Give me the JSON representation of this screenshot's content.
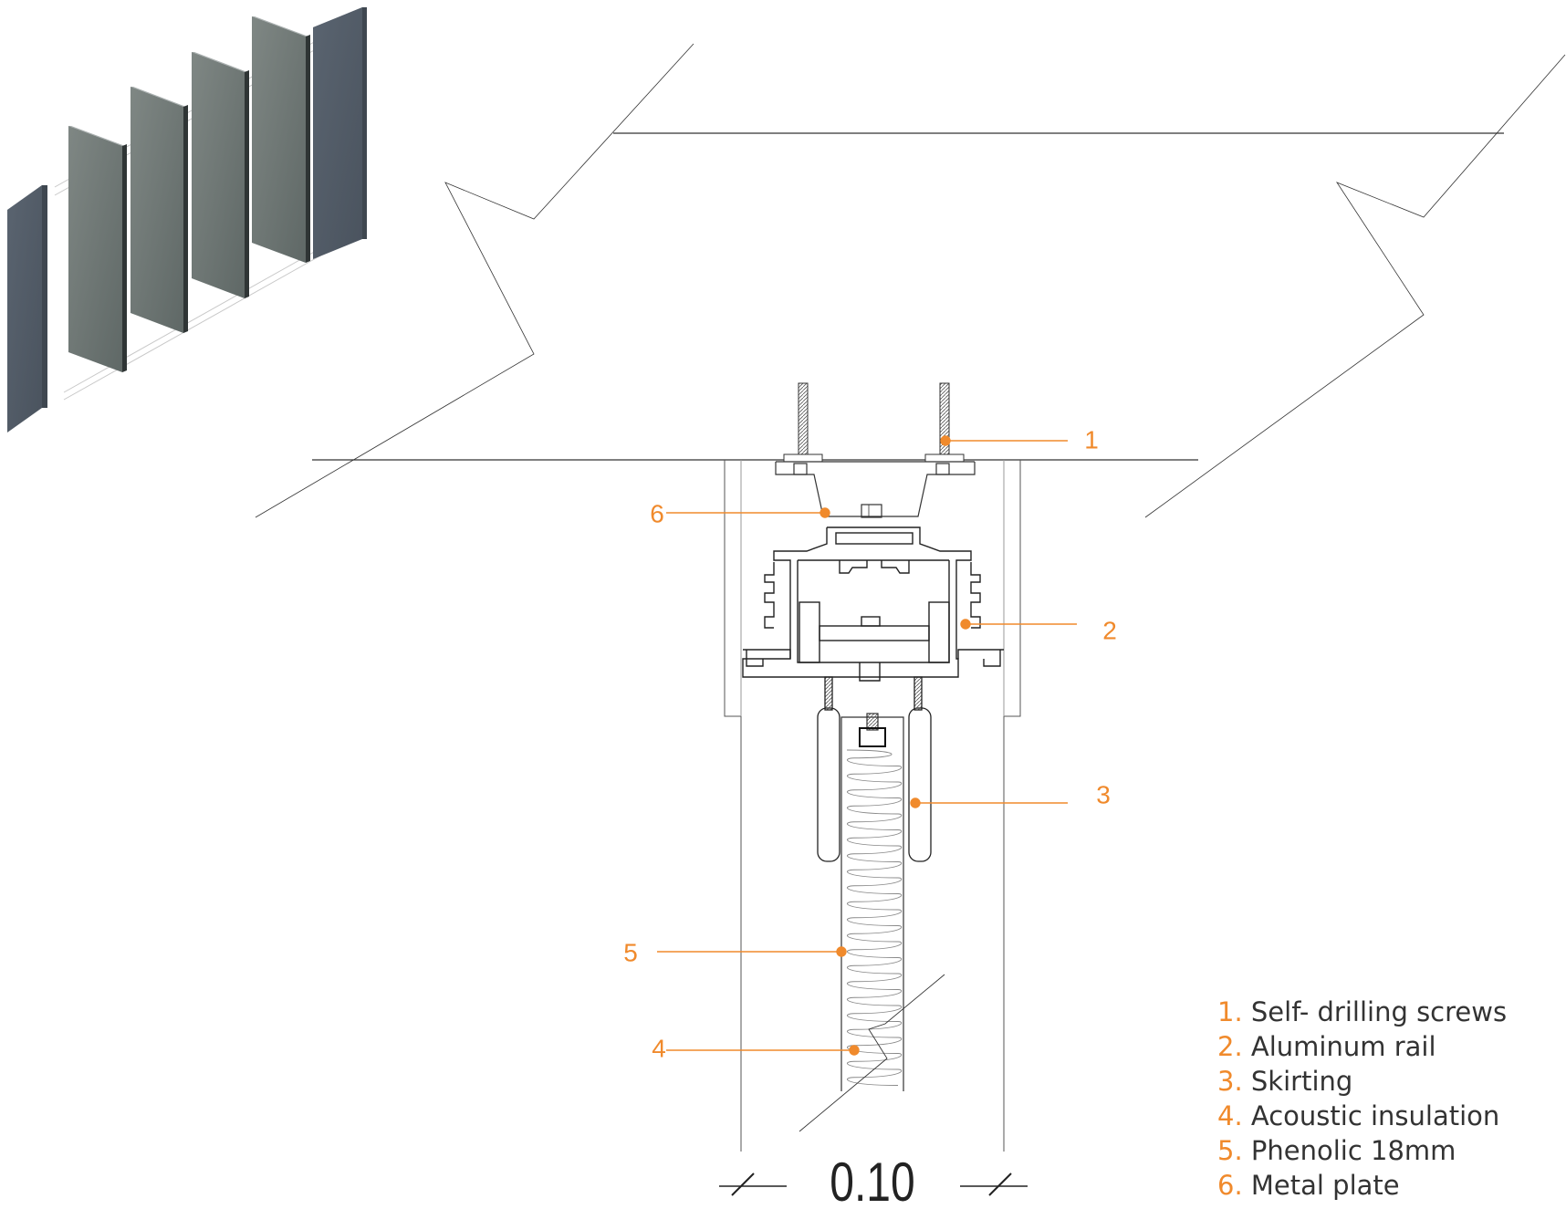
{
  "accent_color": "#f08a2c",
  "line_color": "#333333",
  "dimension": {
    "value": "0.10"
  },
  "callouts": [
    {
      "number": "1"
    },
    {
      "number": "2"
    },
    {
      "number": "3"
    },
    {
      "number": "4"
    },
    {
      "number": "5"
    },
    {
      "number": "6"
    }
  ],
  "legend": {
    "items": [
      {
        "number": "1.",
        "label": "Self- drilling screws"
      },
      {
        "number": "2.",
        "label": "Aluminum rail"
      },
      {
        "number": "3.",
        "label": "Skirting"
      },
      {
        "number": "4.",
        "label": "Acoustic insulation"
      },
      {
        "number": "5.",
        "label": "Phenolic 18mm"
      },
      {
        "number": "6.",
        "label": "Metal plate"
      }
    ]
  }
}
